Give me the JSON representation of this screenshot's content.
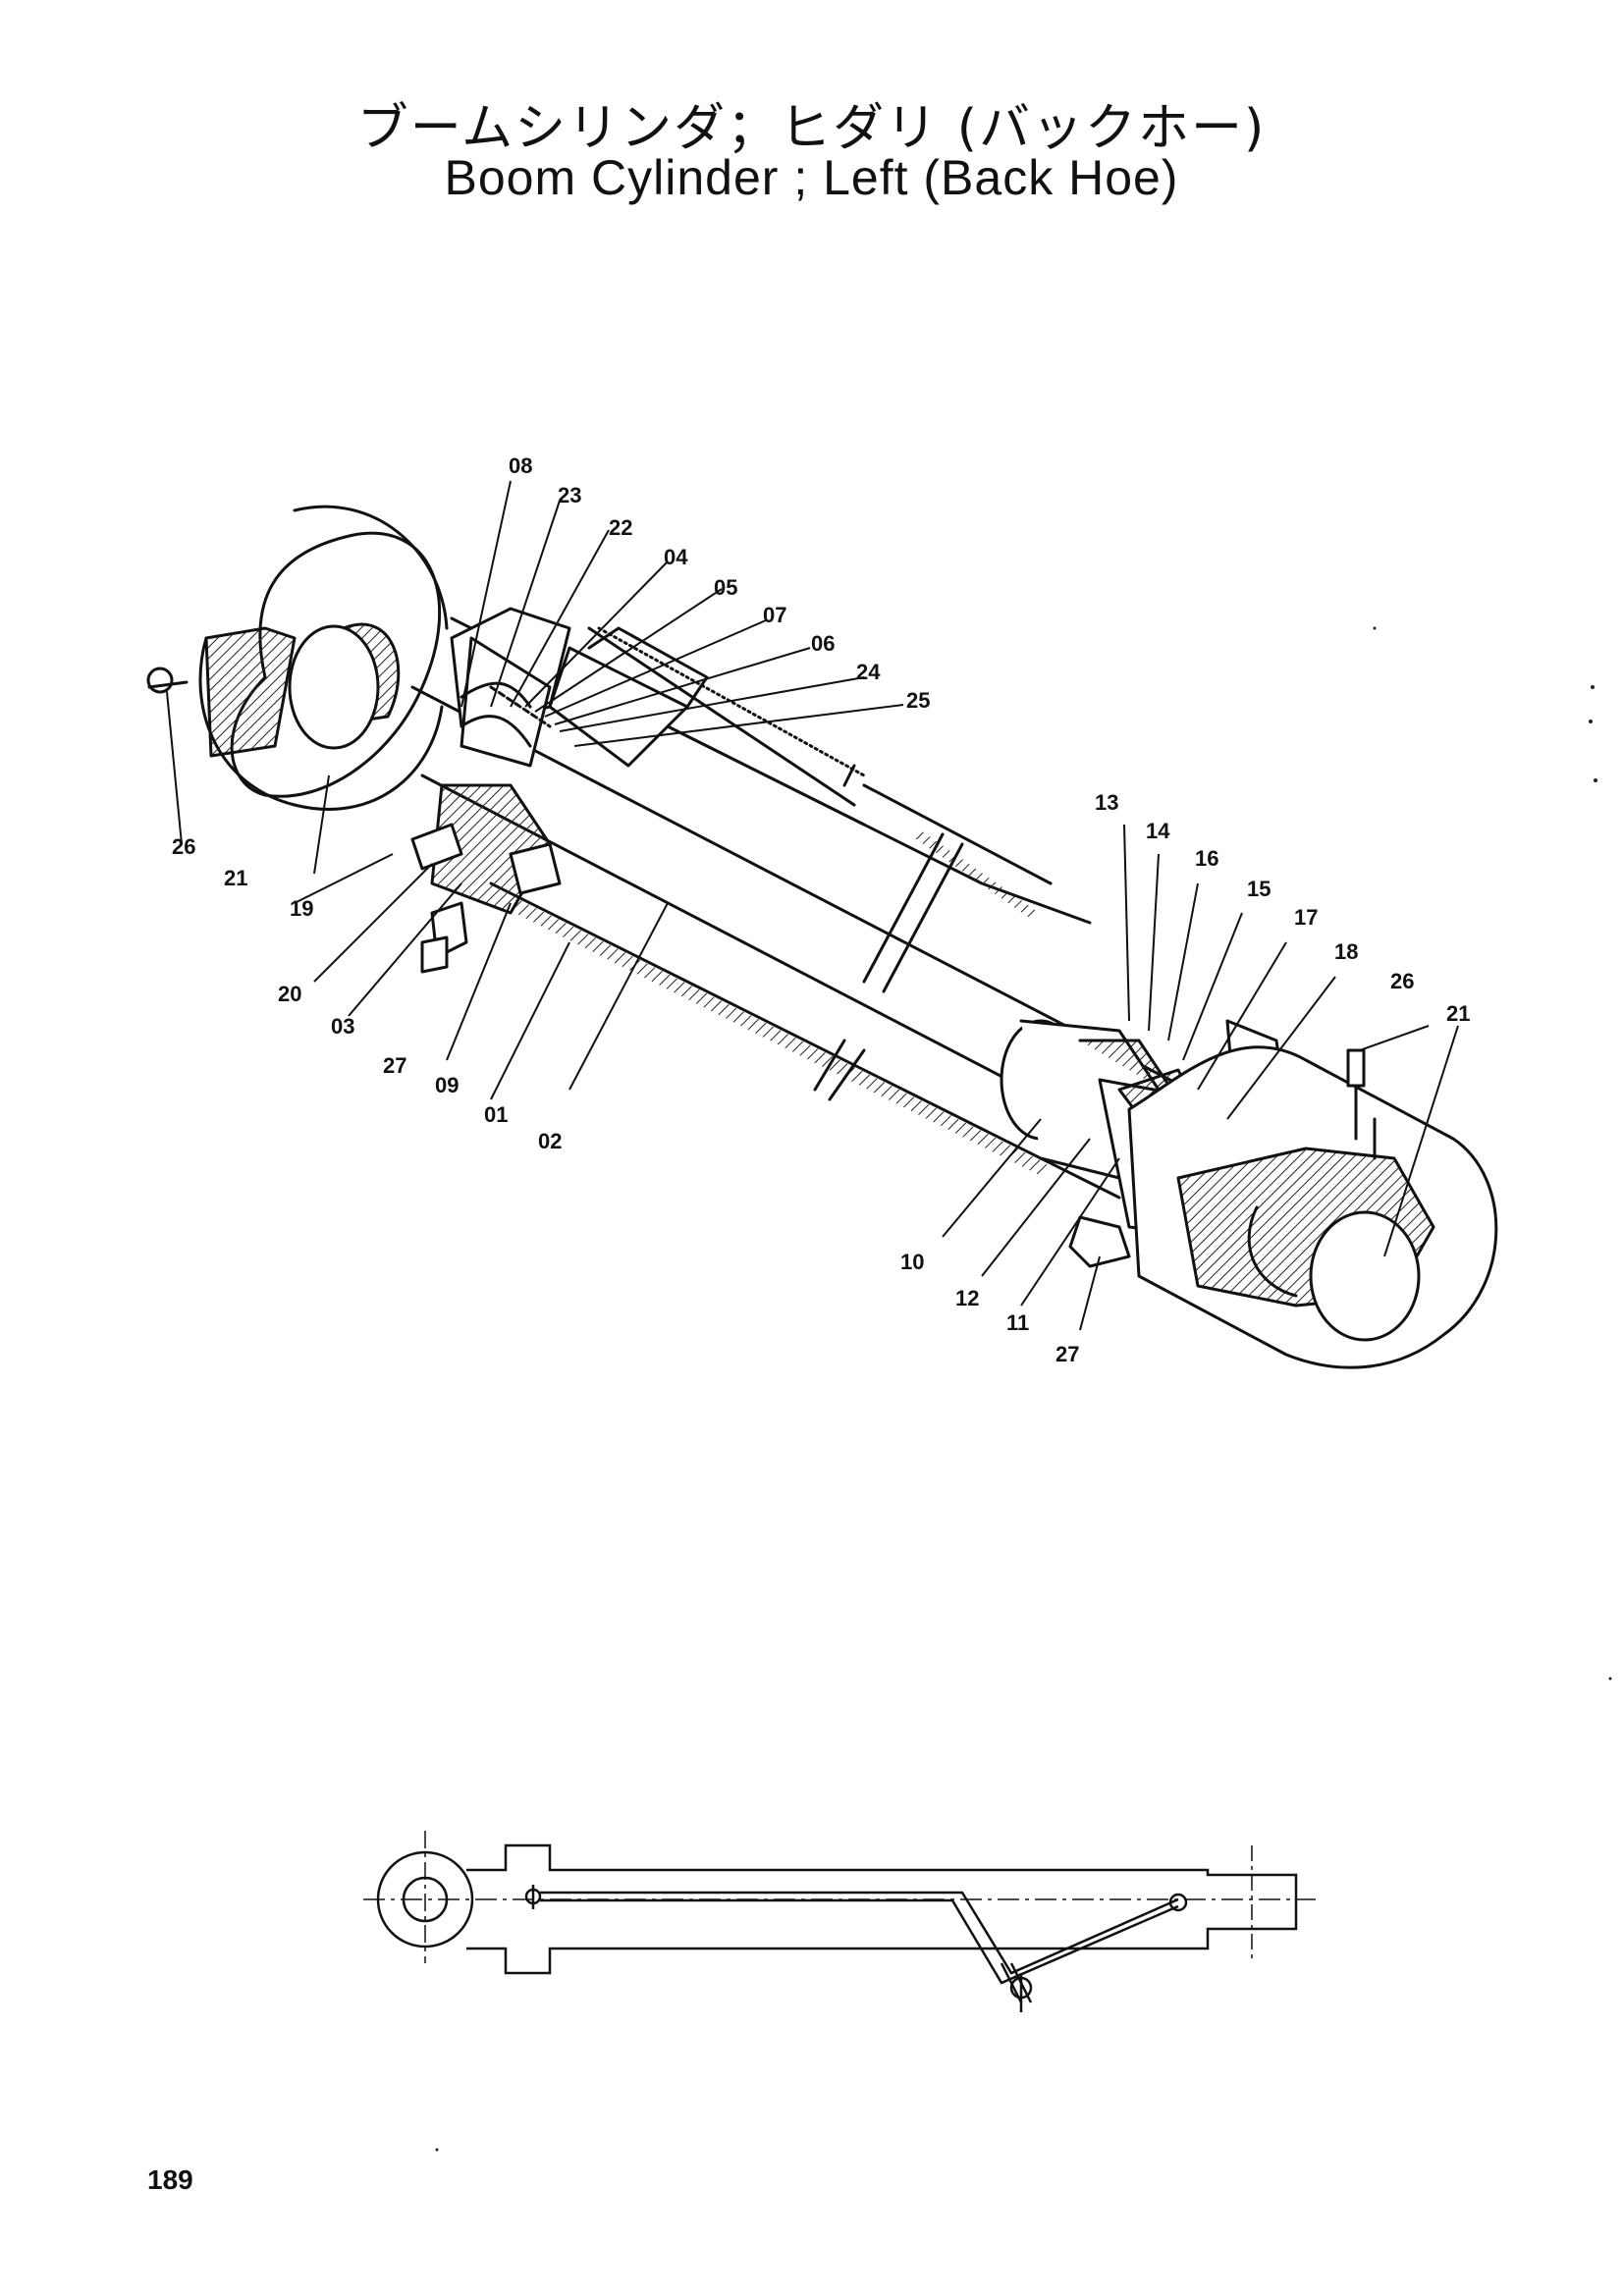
{
  "header": {
    "title_jp": "ブームシリンダ；ヒダリ (バックホー)",
    "title_en": "Boom Cylinder ; Left (Back Hoe)"
  },
  "callouts": {
    "c08": "08",
    "c23": "23",
    "c22": "22",
    "c04": "04",
    "c05": "05",
    "c07": "07",
    "c06": "06",
    "c24": "24",
    "c25": "25",
    "c26a": "26",
    "c21a": "21",
    "c19": "19",
    "c20": "20",
    "c03": "03",
    "c27a": "27",
    "c09": "09",
    "c01": "01",
    "c02": "02",
    "c13": "13",
    "c14": "14",
    "c16": "16",
    "c15": "15",
    "c17": "17",
    "c18": "18",
    "c26b": "26",
    "c21b": "21",
    "c10": "10",
    "c12": "12",
    "c11": "11",
    "c27b": "27"
  },
  "footer": {
    "page_number": "189"
  }
}
